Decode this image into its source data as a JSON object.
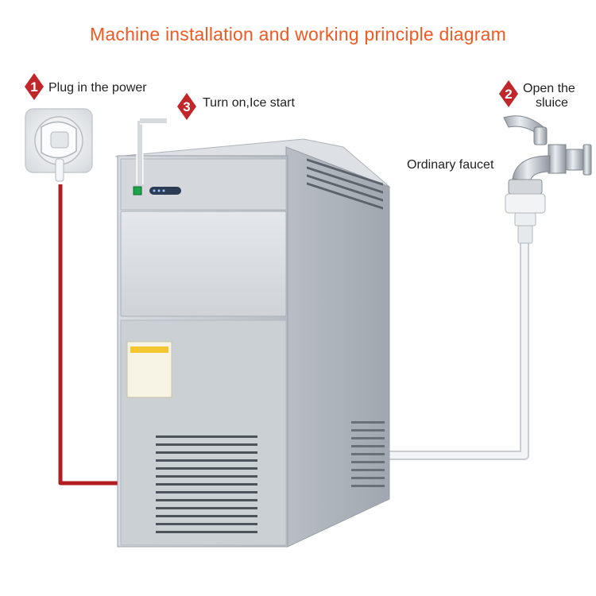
{
  "title": "Machine installation and working principle diagram",
  "colors": {
    "title": "#f05a22",
    "badge": "#c0262a",
    "power_cable": "#b01d22",
    "water_hose": "#e9ecef",
    "machine_body": "#c9ced4",
    "indicator": "#1fa34a"
  },
  "steps": [
    {
      "number": "1",
      "label": "Plug in the power"
    },
    {
      "number": "2",
      "label_line1": "Open the",
      "label_line2": "sluice"
    },
    {
      "number": "3",
      "label": "Turn on,Ice start"
    }
  ],
  "faucet_label": "Ordinary faucet",
  "icons": [
    "wall-socket-icon",
    "faucet-icon",
    "ice-machine-icon"
  ]
}
